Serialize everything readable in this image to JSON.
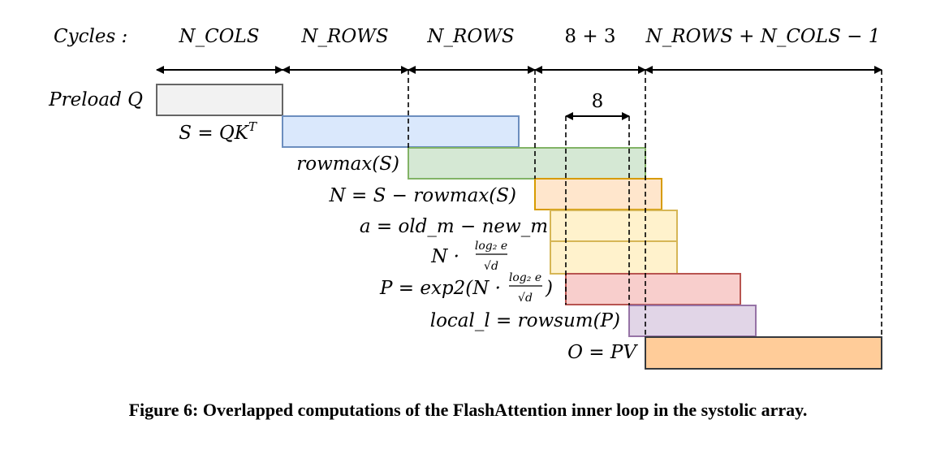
{
  "header": {
    "cycles_label": "Cycles :",
    "segments": [
      "N_COLS",
      "N_ROWS",
      "N_ROWS",
      "8 + 3",
      "N_ROWS + N_COLS − 1"
    ]
  },
  "inner_arrow_label": "8",
  "stages": [
    {
      "label": "Preload Q",
      "fill": "#f2f2f2",
      "stroke": "#666666"
    },
    {
      "label": "S = QK",
      "superscript": "T",
      "fill": "#dae8fc",
      "stroke": "#6c8ebf"
    },
    {
      "label": "rowmax(S)",
      "fill": "#d5e8d4",
      "stroke": "#82b366"
    },
    {
      "label": "N = S − rowmax(S)",
      "fill": "#ffe6cc",
      "stroke": "#d79b00"
    },
    {
      "label": "a = old_m − new_m",
      "fill": "#fff2cc",
      "stroke": "#d6b656"
    },
    {
      "label": "N ·",
      "frac_num": "log₂ e",
      "frac_den": "√d",
      "fill": "#fff2cc",
      "stroke": "#d6b656"
    },
    {
      "label": "P = exp2(N ·",
      "frac_num": "log₂ e",
      "frac_den": "√d",
      "suffix": ")",
      "fill": "#f8cecc",
      "stroke": "#b85450"
    },
    {
      "label": "local_l = rowsum(P)",
      "fill": "#e1d5e7",
      "stroke": "#9673a6"
    },
    {
      "label": "O = PV",
      "fill": "#ffcc99",
      "stroke": "#36393d"
    }
  ],
  "caption": "Figure 6: Overlapped computations of the FlashAttention inner loop in the systolic array."
}
